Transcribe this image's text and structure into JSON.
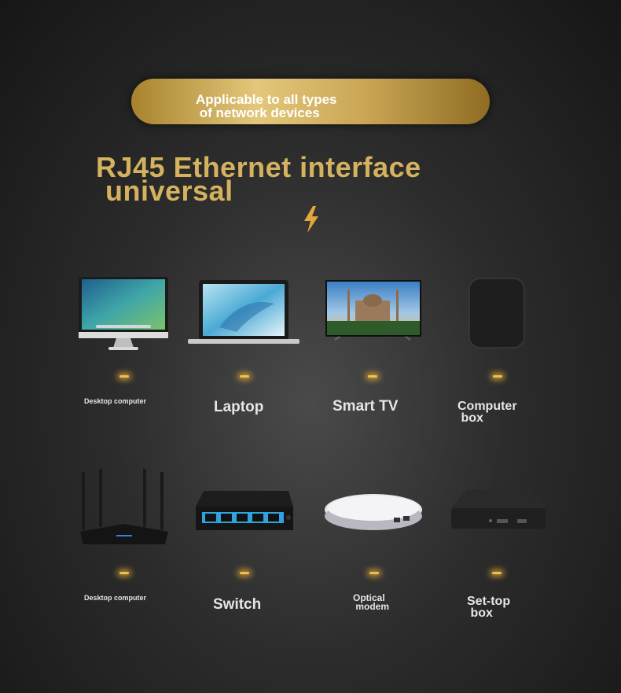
{
  "banner": {
    "text": "Applicable to all types\n of network devices"
  },
  "headline": {
    "line1": "RJ45 Ethernet interface",
    "line2": "universal"
  },
  "icons": {
    "bolt": "lightning-bolt-icon"
  },
  "colors": {
    "gold": "#d4b25e",
    "glow": "#f0c04a"
  },
  "devices_row1": [
    {
      "name": "desktop-computer",
      "label": "Desktop computer"
    },
    {
      "name": "laptop",
      "label": "Laptop"
    },
    {
      "name": "smart-tv",
      "label": "Smart TV"
    },
    {
      "name": "computer-box",
      "label": "Computer\n box"
    }
  ],
  "devices_row2": [
    {
      "name": "router",
      "label": "Desktop computer"
    },
    {
      "name": "switch",
      "label": "Switch"
    },
    {
      "name": "optical-modem",
      "label": "Optical\n modem"
    },
    {
      "name": "set-top-box",
      "label": "Set-top\n box"
    }
  ]
}
